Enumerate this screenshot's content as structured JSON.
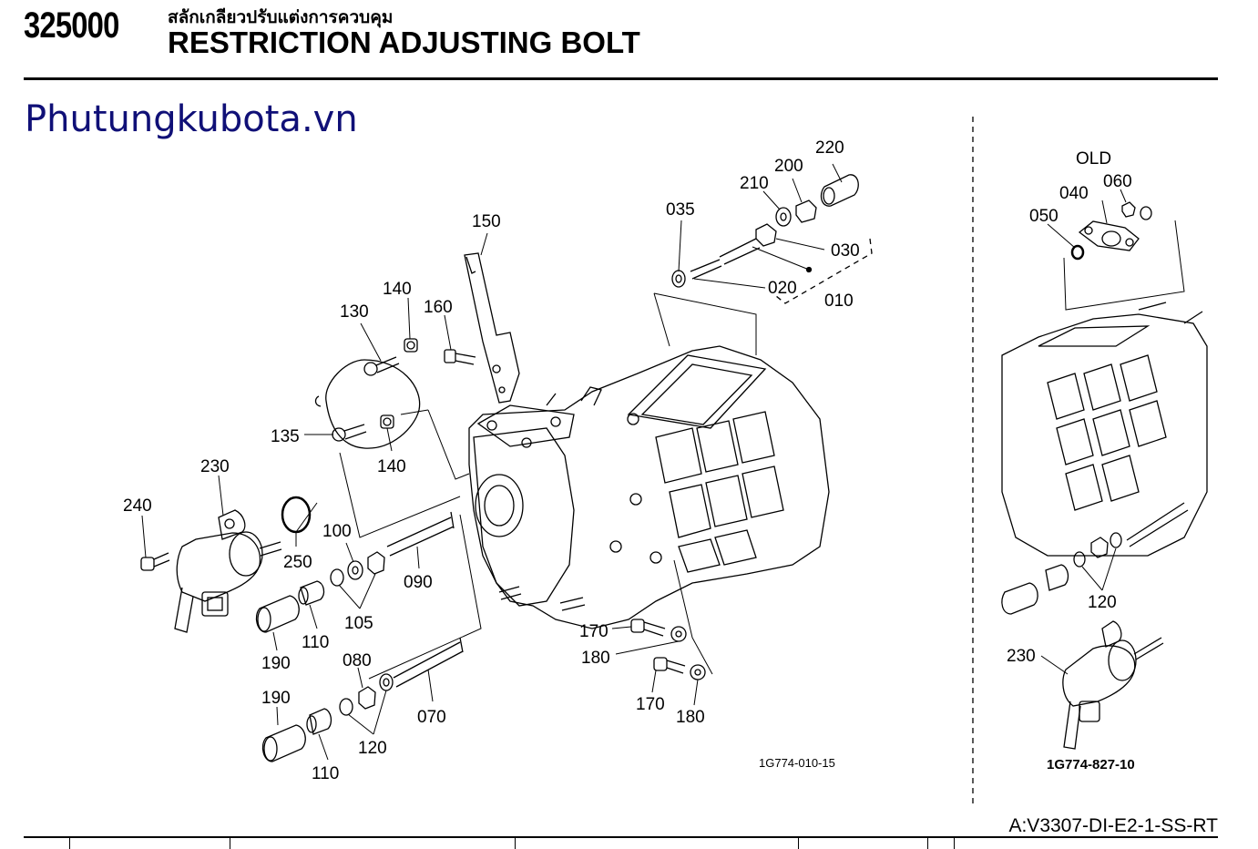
{
  "header": {
    "code": "325000",
    "thai_title": "สลักเกลียวปรับแต่งการควบคุม",
    "title": "RESTRICTION ADJUSTING BOLT"
  },
  "watermark": "Phutungkubota.vn",
  "old_label": "OLD",
  "model": "A:V3307-DI-E2-1-SS-RT",
  "drawing_codes": {
    "main": "1G774-010-15",
    "old": "1G774-827-10"
  },
  "callouts": {
    "c220": "220",
    "c200": "200",
    "c210": "210",
    "c035": "035",
    "c030": "030",
    "c020": "020",
    "c010": "010",
    "c150": "150",
    "c140a": "140",
    "c130": "130",
    "c160": "160",
    "c135": "135",
    "c140b": "140",
    "c230": "230",
    "c240": "240",
    "c250": "250",
    "c100": "100",
    "c090": "090",
    "c105": "105",
    "c110a": "110",
    "c190a": "190",
    "c080": "080",
    "c070": "070",
    "c190b": "190",
    "c120a": "120",
    "c110b": "110",
    "c170a": "170",
    "c180a": "180",
    "c170b": "170",
    "c180b": "180",
    "c040": "040",
    "c060": "060",
    "c050": "050",
    "c120b": "120",
    "c230b": "230"
  }
}
